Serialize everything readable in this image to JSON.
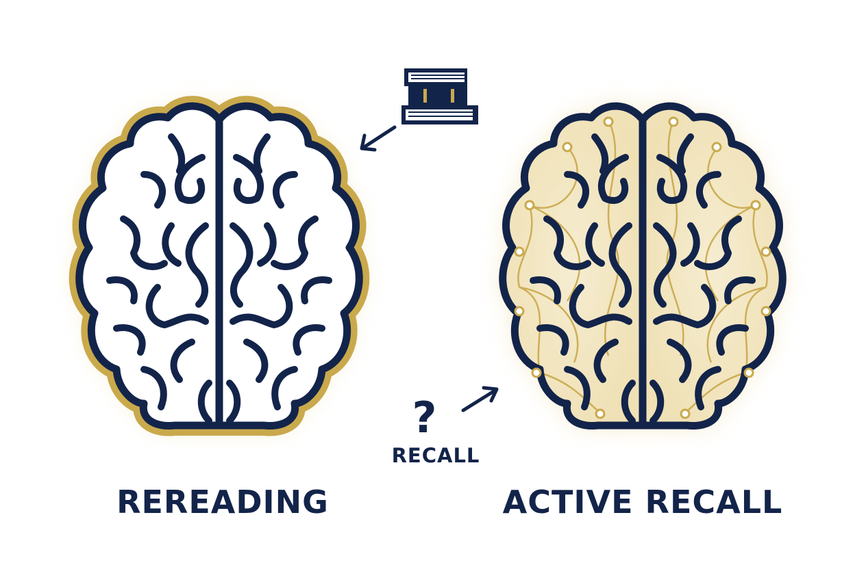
{
  "colors": {
    "navy": "#13244a",
    "gold": "#c9a94c",
    "glow": "#eadcb0",
    "node": "#ffffff"
  },
  "icons": {
    "books": "books-stack-icon",
    "question": "question-mark-icon",
    "arrow": "arrow-icon"
  },
  "left_brain": {
    "label": "REREADING"
  },
  "right_brain": {
    "label": "ACTIVE RECALL",
    "recall_label": "RECALL",
    "question_mark": "?"
  }
}
